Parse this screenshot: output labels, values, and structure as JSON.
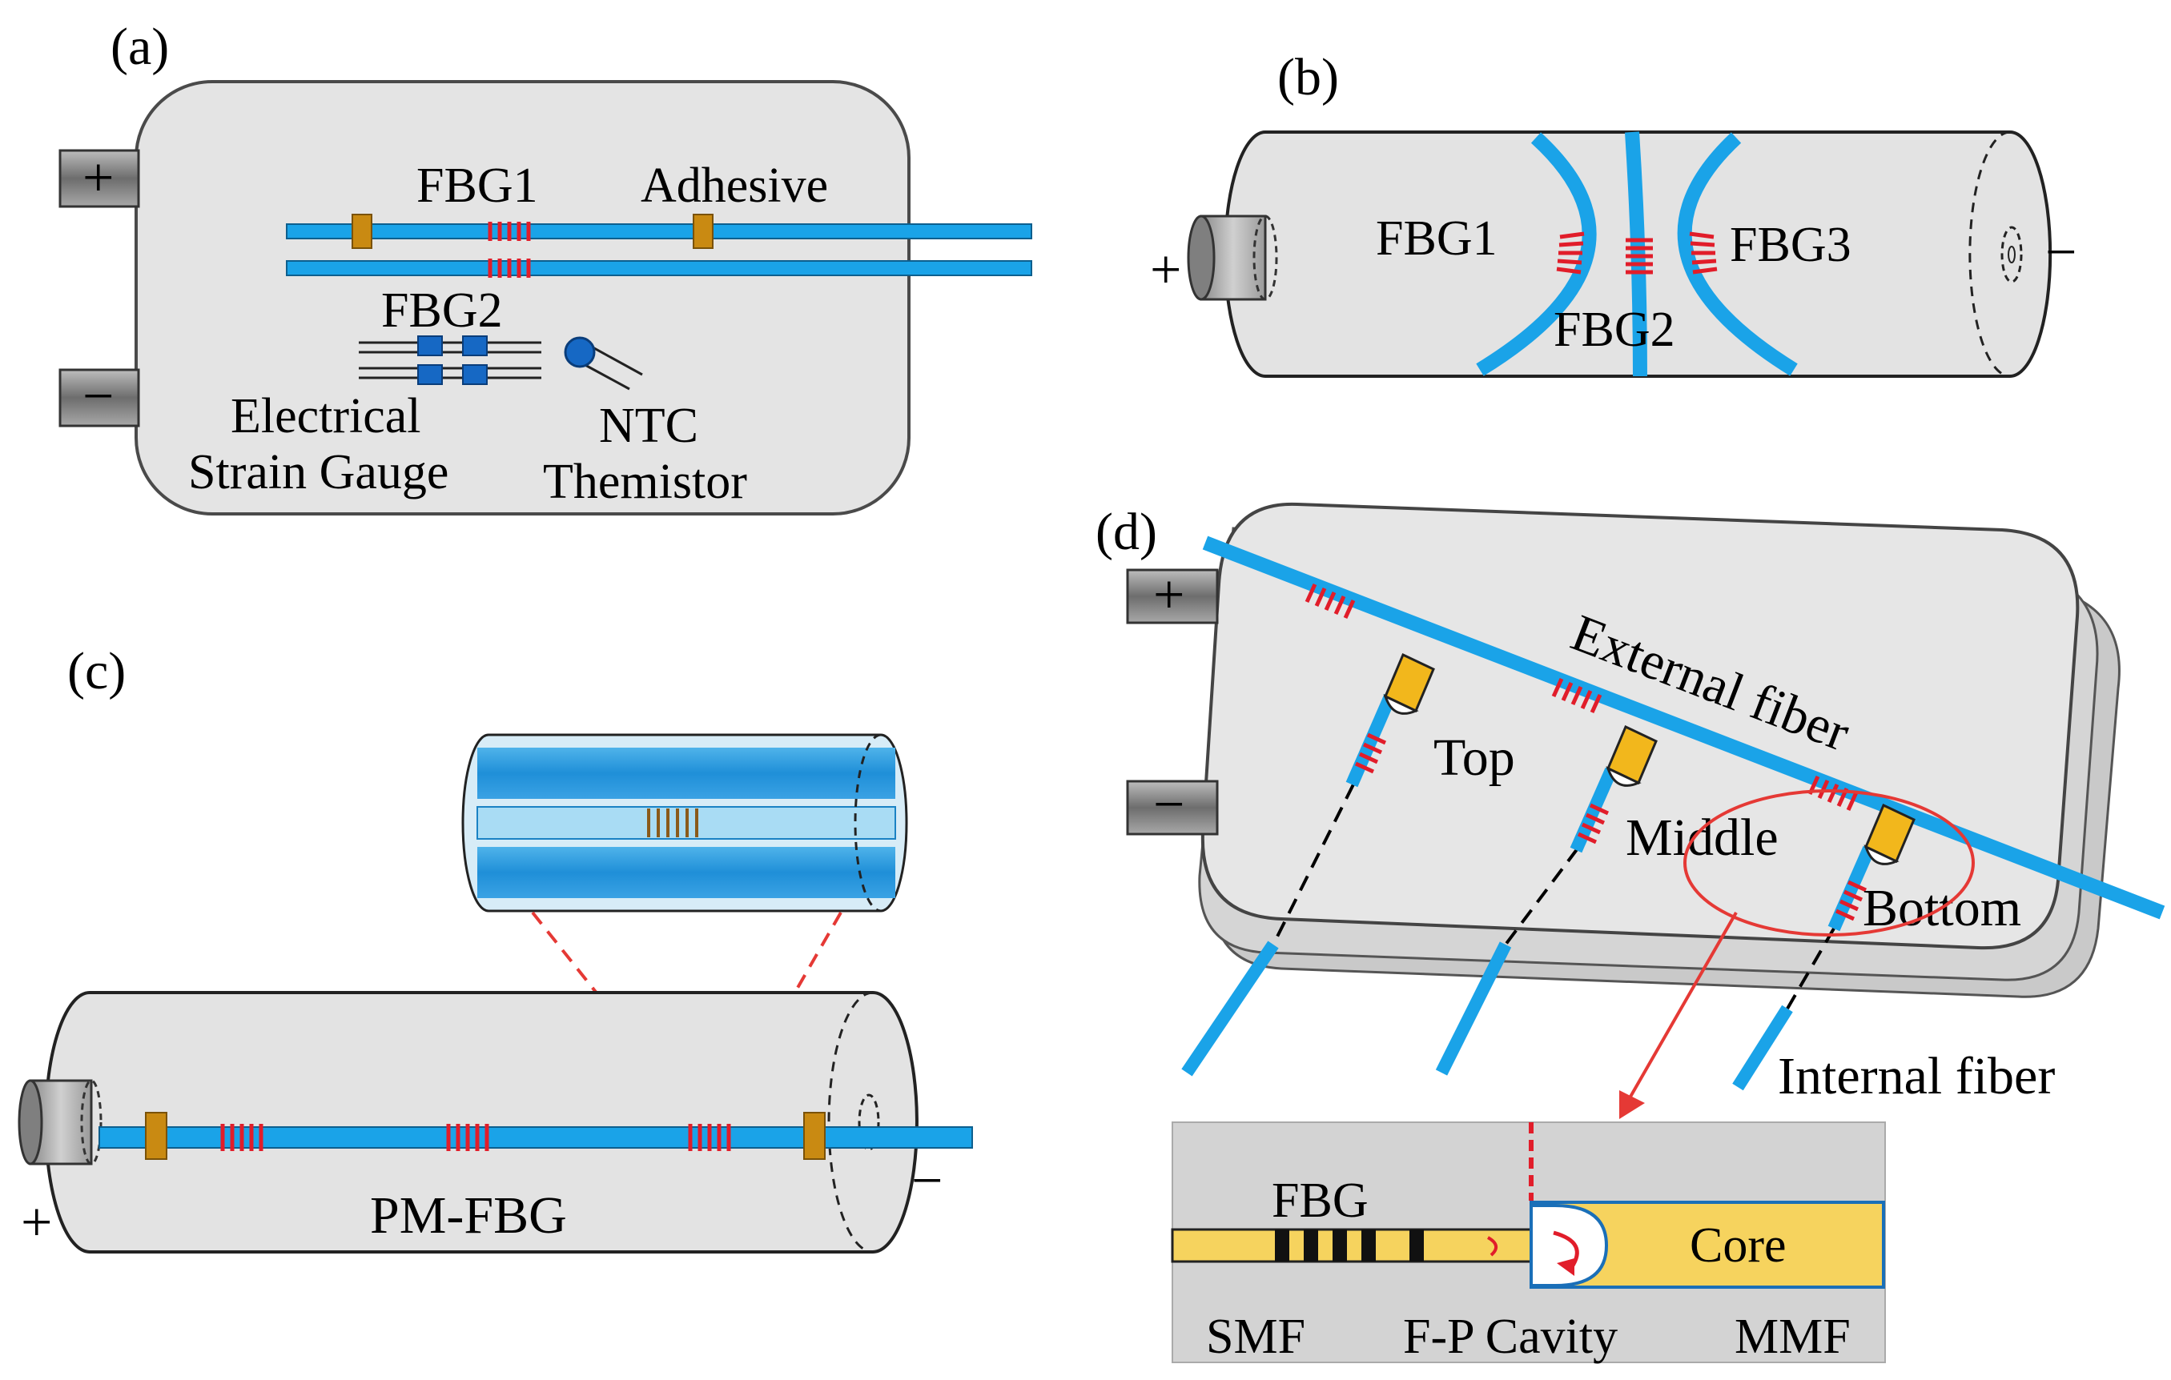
{
  "panels": {
    "a": {
      "label": "(a)",
      "plus": "+",
      "minus": "−",
      "fbg1": "FBG1",
      "adhesive": "Adhesive",
      "fbg2": "FBG2",
      "gauge_line1": "Electrical",
      "gauge_line2": "Strain Gauge",
      "ntc_line1": "NTC",
      "ntc_line2": "Themistor"
    },
    "b": {
      "label": "(b)",
      "plus": "+",
      "minus": "−",
      "fbg1": "FBG1",
      "fbg2": "FBG2",
      "fbg3": "FBG3"
    },
    "c": {
      "label": "(c)",
      "plus": "+",
      "minus": "−",
      "pm_fbg": "PM-FBG"
    },
    "d": {
      "label": "(d)",
      "plus": "+",
      "minus": "−",
      "external_fiber": "External fiber",
      "top": "Top",
      "middle": "Middle",
      "bottom": "Bottom",
      "internal_fiber": "Internal fiber",
      "inset": {
        "fbg": "FBG",
        "core": "Core",
        "smf": "SMF",
        "fp_cavity": "F-P Cavity",
        "mmf": "MMF"
      }
    }
  },
  "colors": {
    "fiber": "#1aa3e8",
    "grating": "#e11d2a",
    "adhesive": "#c98a12",
    "body": "#e3e3e3",
    "core": "#f6d35e",
    "gauge": "#1668c4",
    "dashed": "#e53935"
  }
}
